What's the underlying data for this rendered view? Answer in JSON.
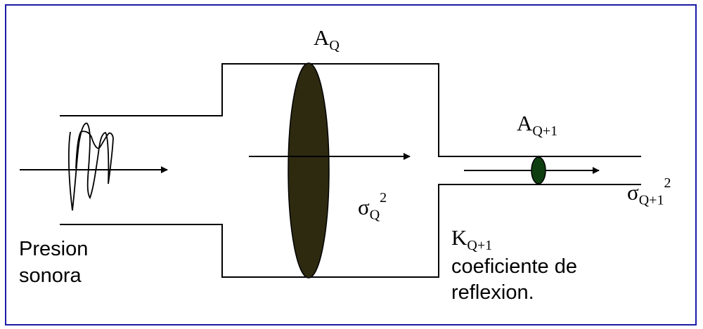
{
  "colors": {
    "frame": "#1a1aa6",
    "chamber_membrane": "#2e2a10",
    "tube_membrane": "#0f3f10",
    "line": "#000000"
  },
  "labels": {
    "area_q": {
      "base": "A",
      "sub": "Q"
    },
    "area_q1": {
      "base": "A",
      "sub": "Q+1"
    },
    "sigma_q": {
      "base": "σ",
      "sub": "Q",
      "sup": "2"
    },
    "sigma_q1": {
      "base": "σ",
      "sub": "Q+1",
      "sup": "2"
    },
    "k_q1": {
      "base": "K",
      "sub": "Q+1"
    },
    "reflection_line1": "coeficiente de",
    "reflection_line2": "reflexion.",
    "pressure_line1": "Presion",
    "pressure_line2": "sonora"
  }
}
